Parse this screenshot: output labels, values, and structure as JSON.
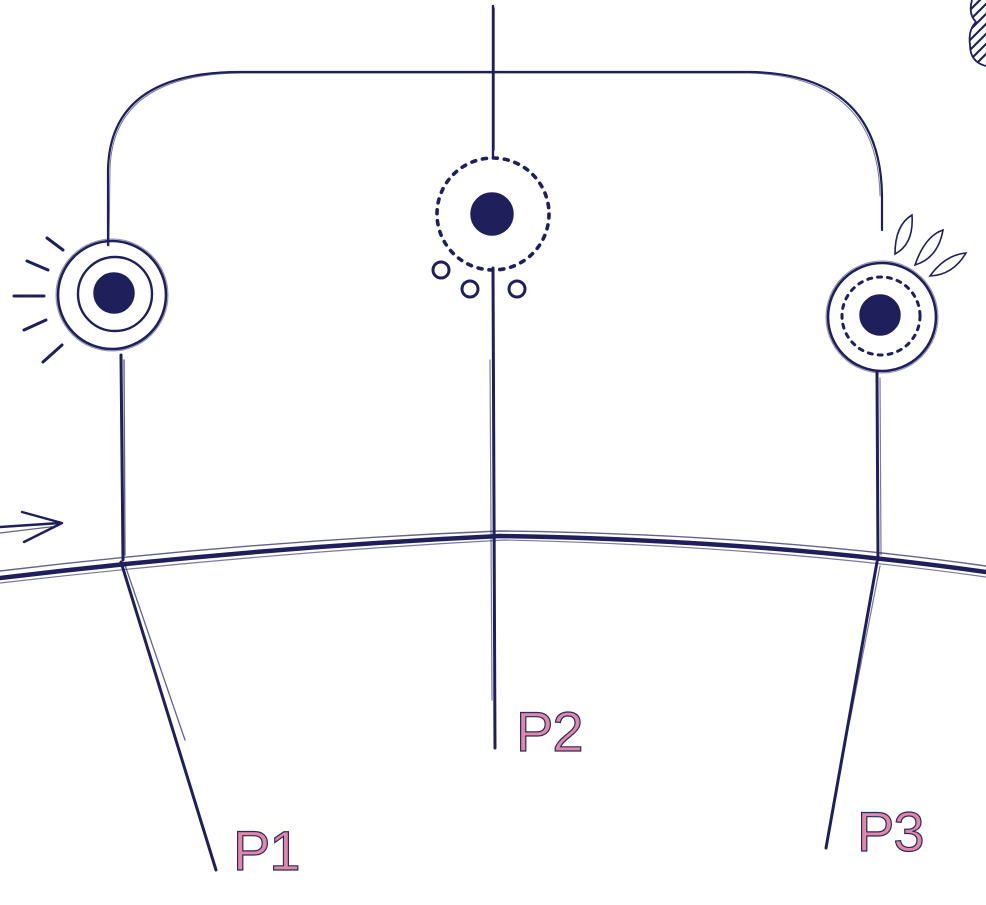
{
  "colors": {
    "ink": "#1f1f5c",
    "label_fill": "#e088a6",
    "label_stroke": "#2a2a5e",
    "background": "#ffffff"
  },
  "labels": {
    "p1": "P1",
    "p2": "P2",
    "p3": "P3"
  },
  "icons": {
    "left_node": "ringed-sun-node-icon",
    "center_node": "dotted-halo-node-icon",
    "right_node": "leafy-dotted-node-icon",
    "arrow": "arrow-right-icon",
    "corner": "hatched-pattern-icon"
  }
}
